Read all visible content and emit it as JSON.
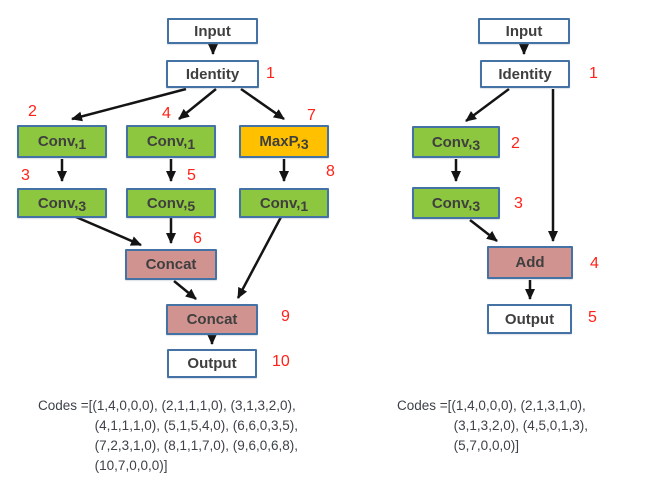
{
  "colors": {
    "box_border": "#4472A4",
    "green": "#8DC63F",
    "orange": "#FFC000",
    "pink": "#D19390",
    "red_label": "#FF2218",
    "arrow": "#141414",
    "node_text": "#3F3F3F"
  },
  "left_diagram": {
    "nodes": [
      {
        "text": "Input",
        "digit": "",
        "num": ""
      },
      {
        "text": "Identity",
        "digit": "",
        "num": "1"
      },
      {
        "text": "Conv,",
        "digit": "1",
        "num": "2"
      },
      {
        "text": "Conv,",
        "digit": "1",
        "num": "4"
      },
      {
        "text": "MaxP,",
        "digit": "3",
        "num": "7"
      },
      {
        "text": "Conv,",
        "digit": "3",
        "num": "3"
      },
      {
        "text": "Conv,",
        "digit": "5",
        "num": "5"
      },
      {
        "text": "Conv,",
        "digit": "1",
        "num": "8"
      },
      {
        "text": "Concat",
        "digit": "",
        "num": "6"
      },
      {
        "text": "Concat",
        "digit": "",
        "num": "9"
      },
      {
        "text": "Output",
        "digit": "",
        "num": "10"
      }
    ],
    "codes": {
      "prefix": "Codes = ",
      "lines": [
        "[(1,4,0,0,0), (2,1,1,1,0), (3,1,3,2,0),",
        "(4,1,1,1,0), (5,1,5,4,0), (6,6,0,3,5),",
        "(7,2,3,1,0), (8,1,1,7,0), (9,6,0,6,8),",
        "(10,7,0,0,0)]"
      ]
    }
  },
  "right_diagram": {
    "nodes": [
      {
        "text": "Input",
        "digit": "",
        "num": ""
      },
      {
        "text": "Identity",
        "digit": "",
        "num": "1"
      },
      {
        "text": "Conv,",
        "digit": "3",
        "num": "2"
      },
      {
        "text": "Conv,",
        "digit": "3",
        "num": "3"
      },
      {
        "text": "Add",
        "digit": "",
        "num": "4"
      },
      {
        "text": "Output",
        "digit": "",
        "num": "5"
      }
    ],
    "codes": {
      "prefix": "Codes = ",
      "lines": [
        "[(1,4,0,0,0), (2,1,3,1,0),",
        "(3,1,3,2,0), (4,5,0,1,3),",
        "(5,7,0,0,0)]"
      ]
    }
  }
}
